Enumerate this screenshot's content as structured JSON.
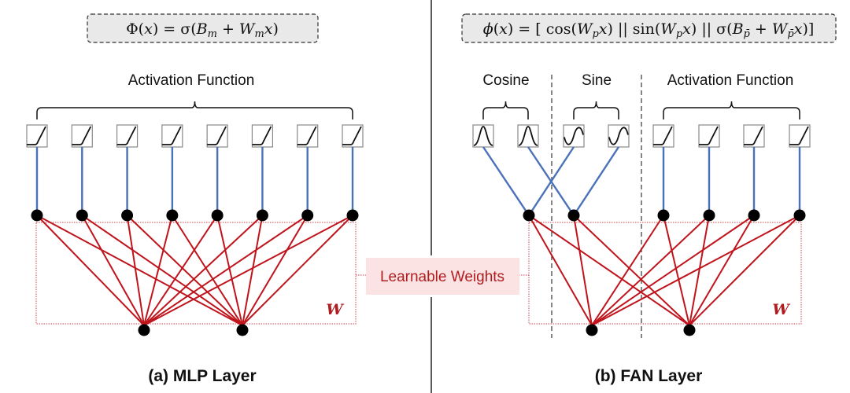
{
  "colors": {
    "weight_line": "#c0141c",
    "activation_line": "#4a72b8",
    "node": "#000000",
    "formula_bg": "#e9e9e9",
    "learnable_bg": "#fbe3e3",
    "learnable_text": "#b01c20",
    "dotted_rect": "#d04048"
  },
  "mlp": {
    "formula": "Φ(x) = σ(B_m + W_m x)",
    "formula_parts": [
      "Φ(",
      "x",
      ") = σ(",
      "B",
      "m",
      " + ",
      "W",
      "m",
      "x",
      ")"
    ],
    "group_label": "Activation Function",
    "weight_symbol": "W",
    "caption": "(a) MLP Layer",
    "activations": [
      "relu",
      "relu",
      "relu",
      "relu",
      "relu",
      "relu",
      "relu",
      "relu"
    ],
    "input_nodes": 2,
    "output_nodes": 8
  },
  "fan": {
    "formula": "ϕ(x) = [ cos(W_p x) || sin(W_p x) || σ(B_p̄ + W_p̄ x)]",
    "group_labels": {
      "cosine": "Cosine",
      "sine": "Sine",
      "activation": "Activation Function"
    },
    "weight_symbol": "W",
    "caption": "(b) FAN Layer",
    "activations": [
      "cos",
      "cos",
      "sin",
      "sin",
      "relu",
      "relu",
      "relu",
      "relu"
    ],
    "input_nodes": 2,
    "output_nodes": 6
  },
  "shared": {
    "learnable_weights_label": "Learnable Weights"
  }
}
